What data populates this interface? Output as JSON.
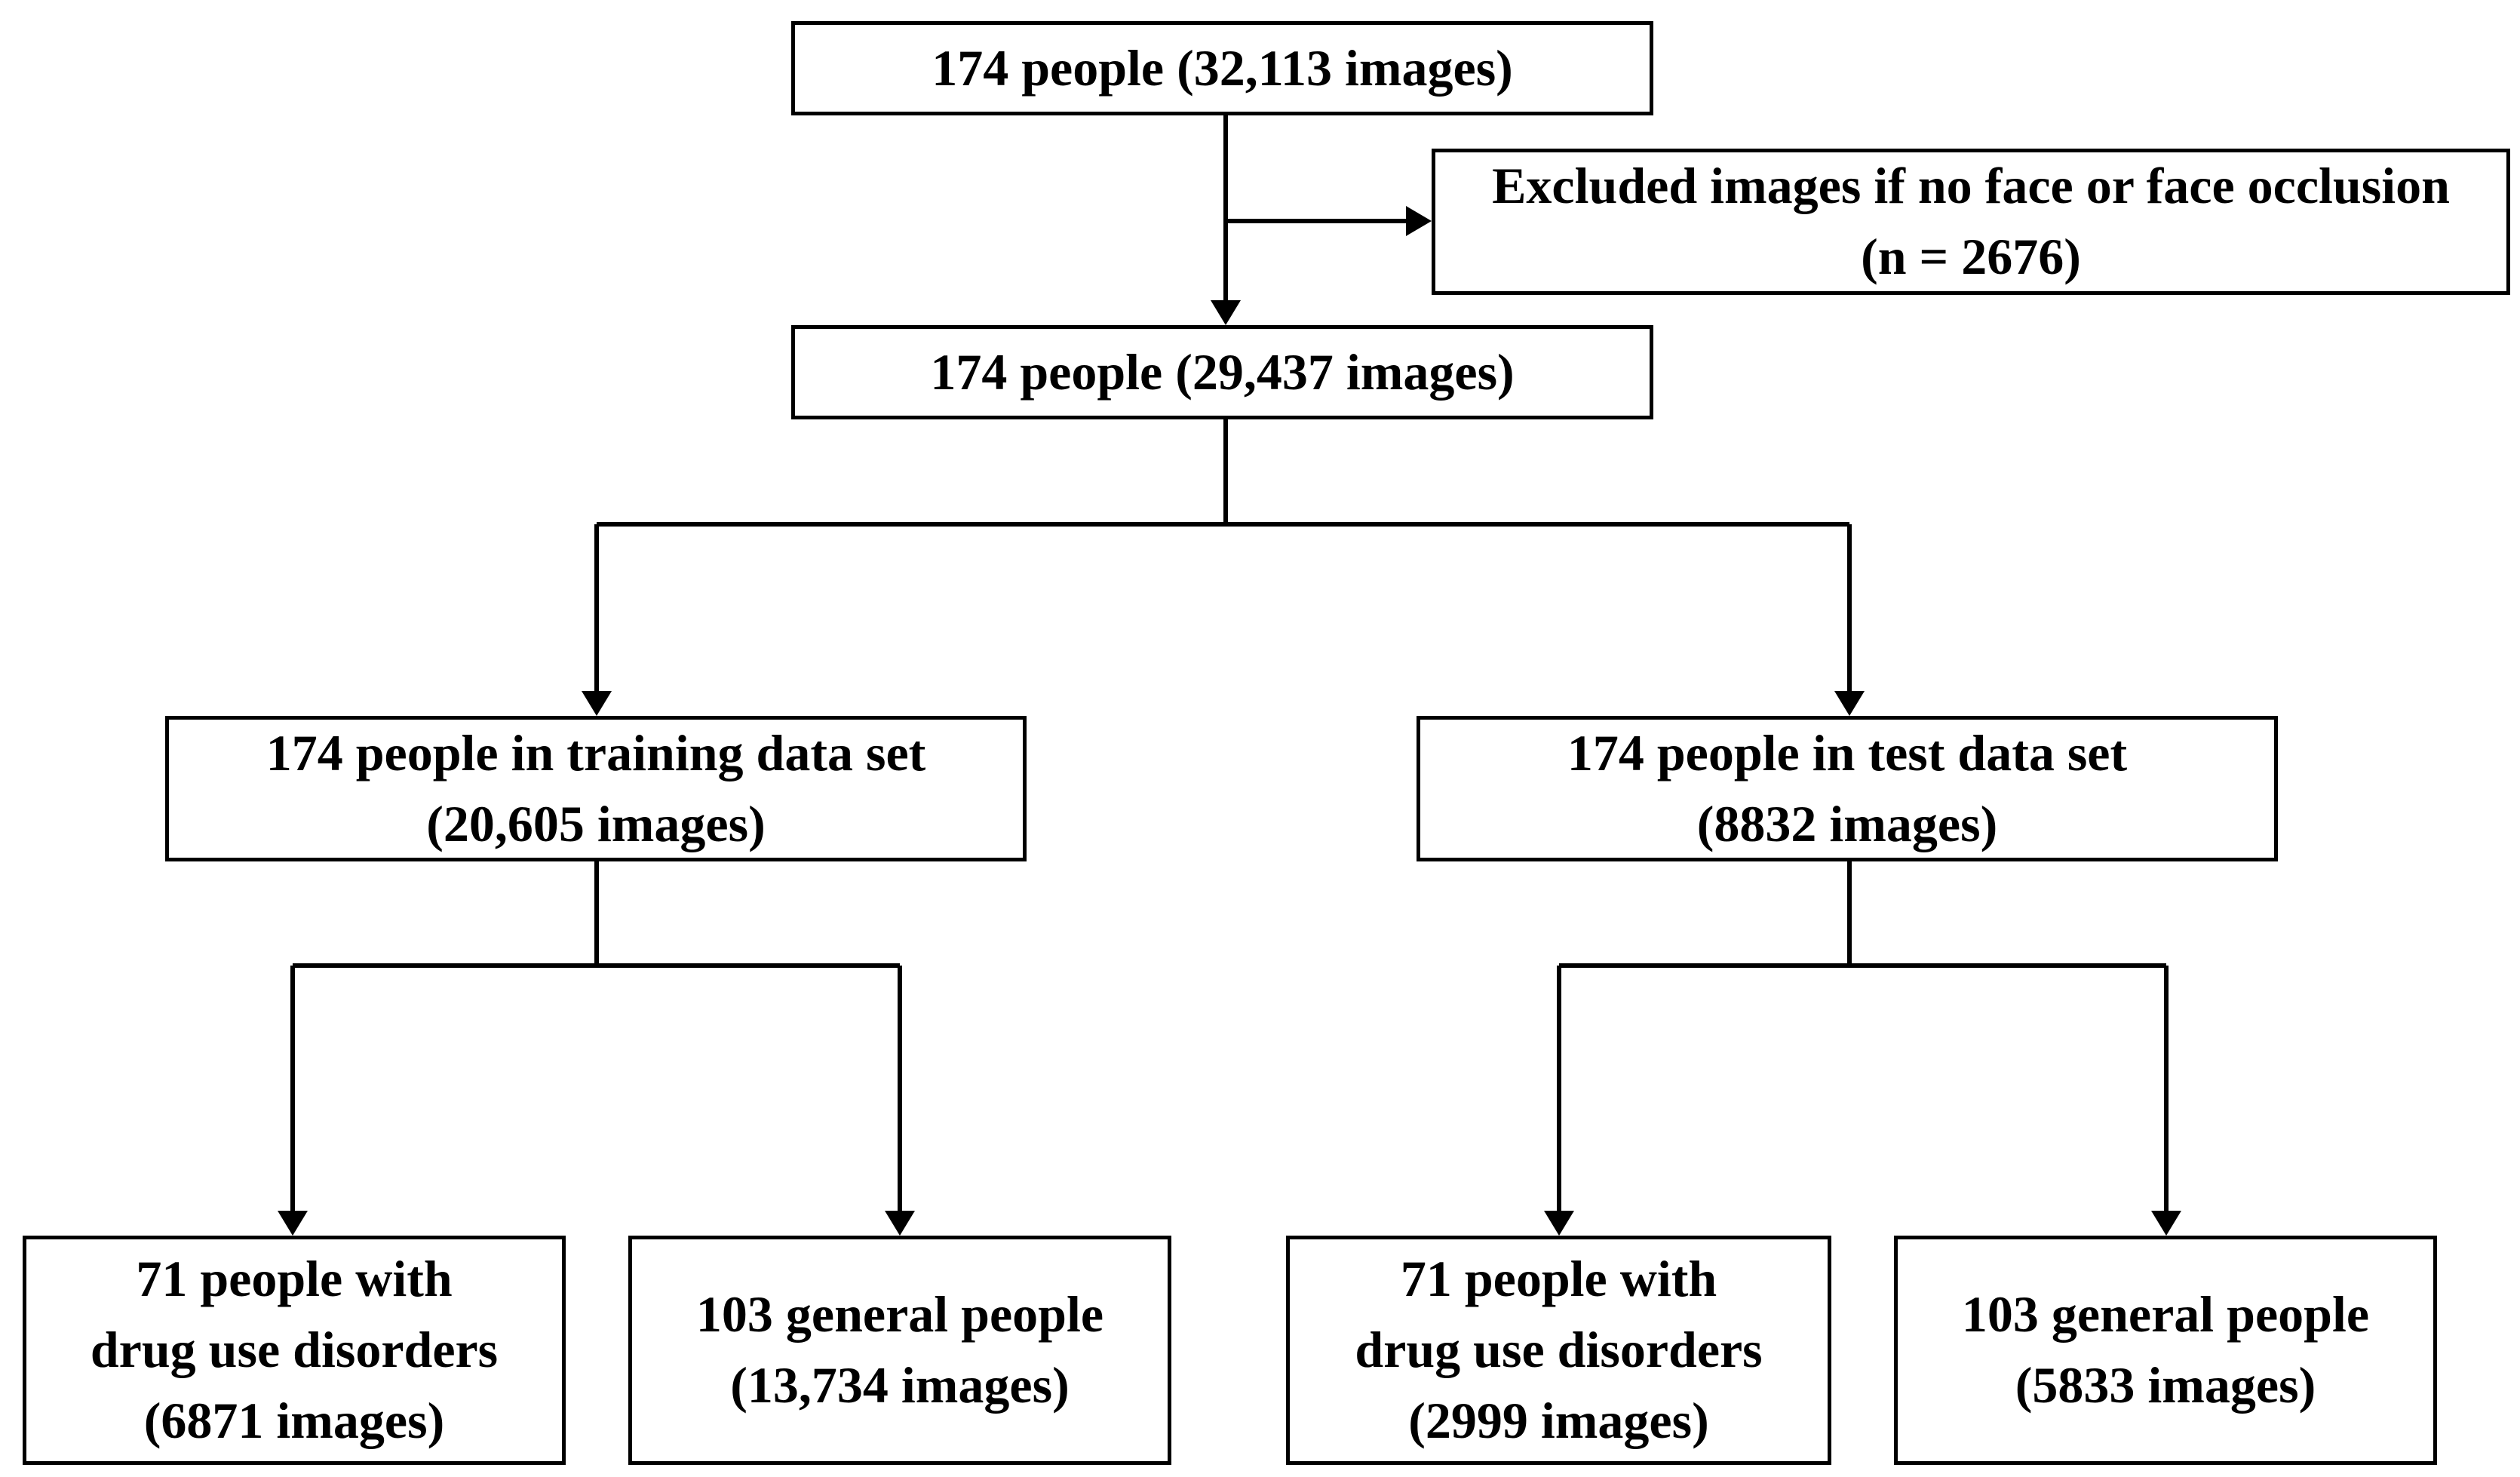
{
  "nodes": {
    "top": {
      "lines": [
        "174 people (32,113 images)"
      ]
    },
    "excluded": {
      "lines": [
        "Excluded images if no face or face occlusion",
        "(n = 2676)"
      ]
    },
    "after_exclusion": {
      "lines": [
        "174 people (29,437 images)"
      ]
    },
    "training": {
      "lines": [
        "174 people in training data set",
        "(20,605 images)"
      ]
    },
    "test": {
      "lines": [
        "174 people in test data set",
        "(8832 images)"
      ]
    },
    "train_dud": {
      "lines": [
        "71 people with",
        "drug use disorders",
        "(6871 images)"
      ]
    },
    "train_general": {
      "lines": [
        "103 general people",
        "(13,734 images)"
      ]
    },
    "test_dud": {
      "lines": [
        "71 people with",
        "drug use disorders",
        "(2999 images)"
      ]
    },
    "test_general": {
      "lines": [
        "103 general people",
        "(5833 images)"
      ]
    }
  }
}
